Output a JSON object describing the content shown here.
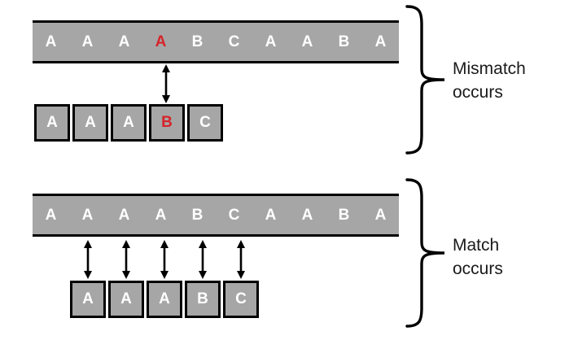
{
  "colors": {
    "bar_fill": "#a6a6a6",
    "border": "#000000",
    "letter": "#ffffff",
    "highlight": "#d6232a",
    "label_text": "#1a1a1a"
  },
  "mismatch_section": {
    "label_line1": "Mismatch",
    "label_line2": "occurs",
    "text_sequence": [
      "A",
      "A",
      "A",
      "A",
      "B",
      "C",
      "A",
      "A",
      "B",
      "A"
    ],
    "text_highlight_index": 3,
    "pattern_sequence": [
      "A",
      "A",
      "A",
      "B",
      "C"
    ],
    "pattern_highlight_index": 3,
    "pattern_offset": 0,
    "arrow_count": 1
  },
  "match_section": {
    "label_line1": "Match",
    "label_line2": "occurs",
    "text_sequence": [
      "A",
      "A",
      "A",
      "A",
      "B",
      "C",
      "A",
      "A",
      "B",
      "A"
    ],
    "text_highlight_index": -1,
    "pattern_sequence": [
      "A",
      "A",
      "A",
      "B",
      "C"
    ],
    "pattern_highlight_index": -1,
    "pattern_offset": 1,
    "arrow_count": 5
  }
}
